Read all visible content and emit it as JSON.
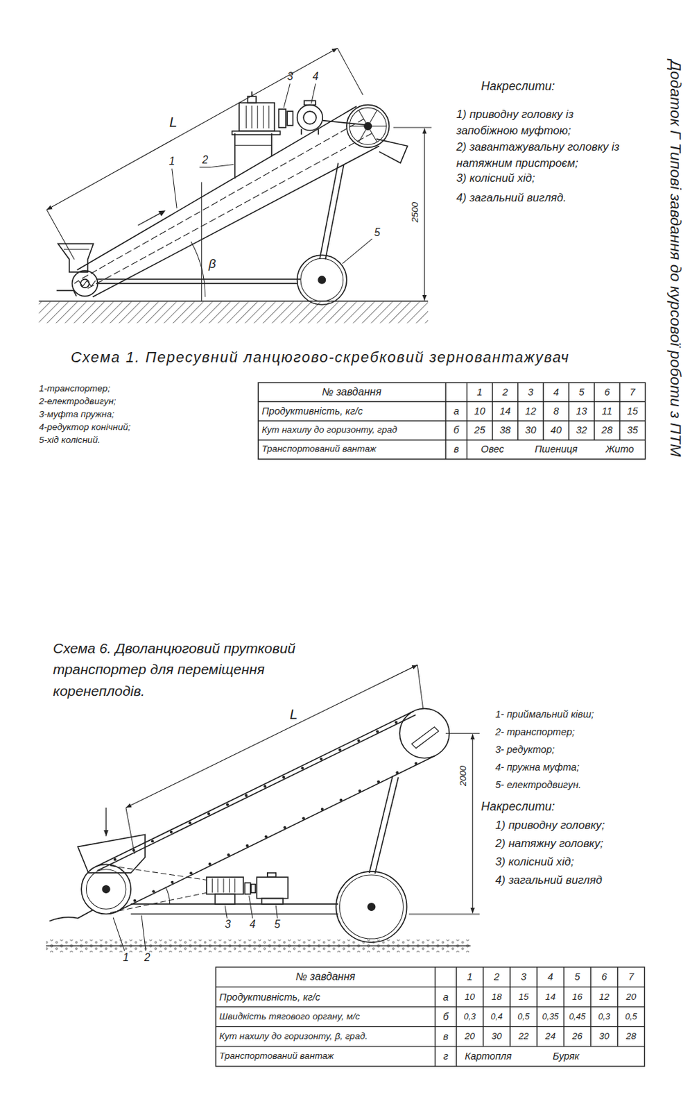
{
  "diagram": {
    "title": "Додаток Г Типові завдання до курсової роботи з ПТМ",
    "labels": [
      "L",
      "1",
      "2",
      "3",
      "4",
      "5",
      "β",
      "2500",
      "Накреслити:",
      "1) приводну головку із запобіжною муфтою;",
      "2) завантажувальну головку із натяжним пристроєм;",
      "3) колісний хід;",
      "4) загальний вигляд.",
      "Схема 1. Пересувний ланцюгово-скребковий зерновантажувач",
      "1-транспортер;",
      "2-електродвигун;",
      "3-муфта пружна;",
      "4-редуктор конічний;",
      "5-хід колісний.",
      "№ завдання",
      "1",
      "2",
      "3",
      "4",
      "5",
      "6",
      "7",
      "Продуктивність, кг/с",
      "а",
      "10",
      "14",
      "12",
      "8",
      "13",
      "11",
      "15",
      "Кут нахилу до горизонту, град",
      "б",
      "25",
      "38",
      "30",
      "40",
      "32",
      "28",
      "35",
      "Транспортований вантаж",
      "в",
      "Овес",
      "Пшениця",
      "Жито",
      "Схема 6. Дволанцюговий прутковий транспортер для переміщення коренеплодів.",
      "L",
      "2000",
      "1",
      "2",
      "3",
      "4",
      "5",
      "1- приймальний ківш;",
      "2- транспортер;",
      "3- редуктор;",
      "4- пружна муфта;",
      "5- електродвигун.",
      "Накреслити:",
      "1) приводну головку;",
      "2) натяжну головку;",
      "3) колісний хід;",
      "4) загальний вигляд",
      "№ завдання",
      "1",
      "2",
      "3",
      "4",
      "5",
      "6",
      "7",
      "Продуктивність, кг/с",
      "а",
      "10",
      "18",
      "15",
      "14",
      "16",
      "12",
      "20",
      "Швидкість тягового органу, м/с",
      "б",
      "0,3",
      "0,4",
      "0,5",
      "0,35",
      "0,45",
      "0,3",
      "0,5",
      "Кут нахилу до горизонту, β, град.",
      "в",
      "20",
      "30",
      "22",
      "24",
      "26",
      "30",
      "28",
      "Транспортований вантаж",
      "г",
      "Картопля",
      "Буряк"
    ]
  }
}
